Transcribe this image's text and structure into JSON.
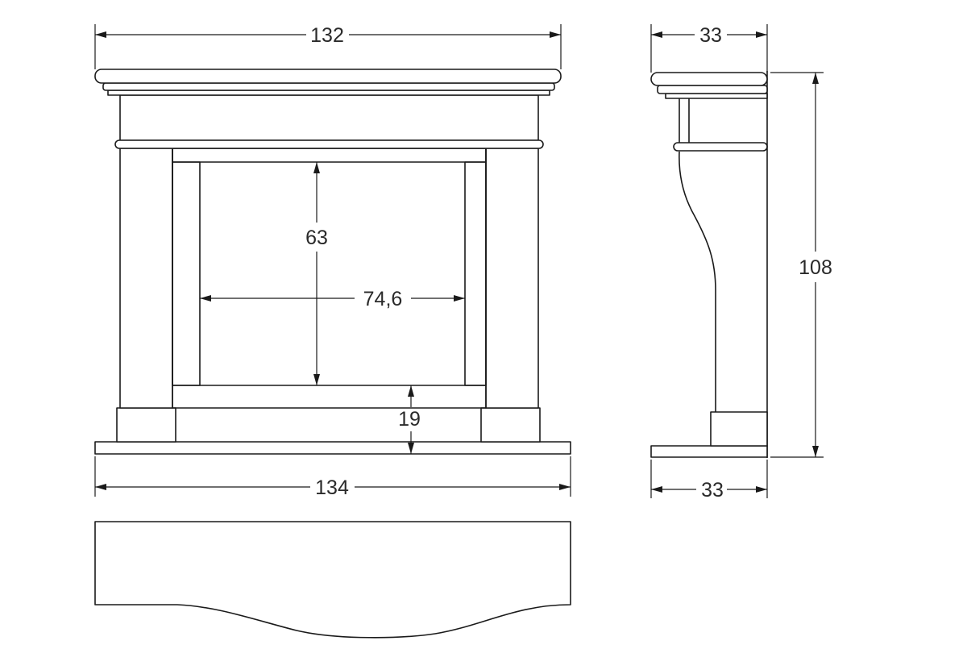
{
  "front_view": {
    "top_width_label": "132",
    "base_width_label": "134",
    "opening_height_label": "63",
    "opening_width_label": "74,6",
    "hearth_height_label": "19"
  },
  "side_view": {
    "top_depth_label": "33",
    "base_depth_label": "33",
    "total_height_label": "108"
  }
}
